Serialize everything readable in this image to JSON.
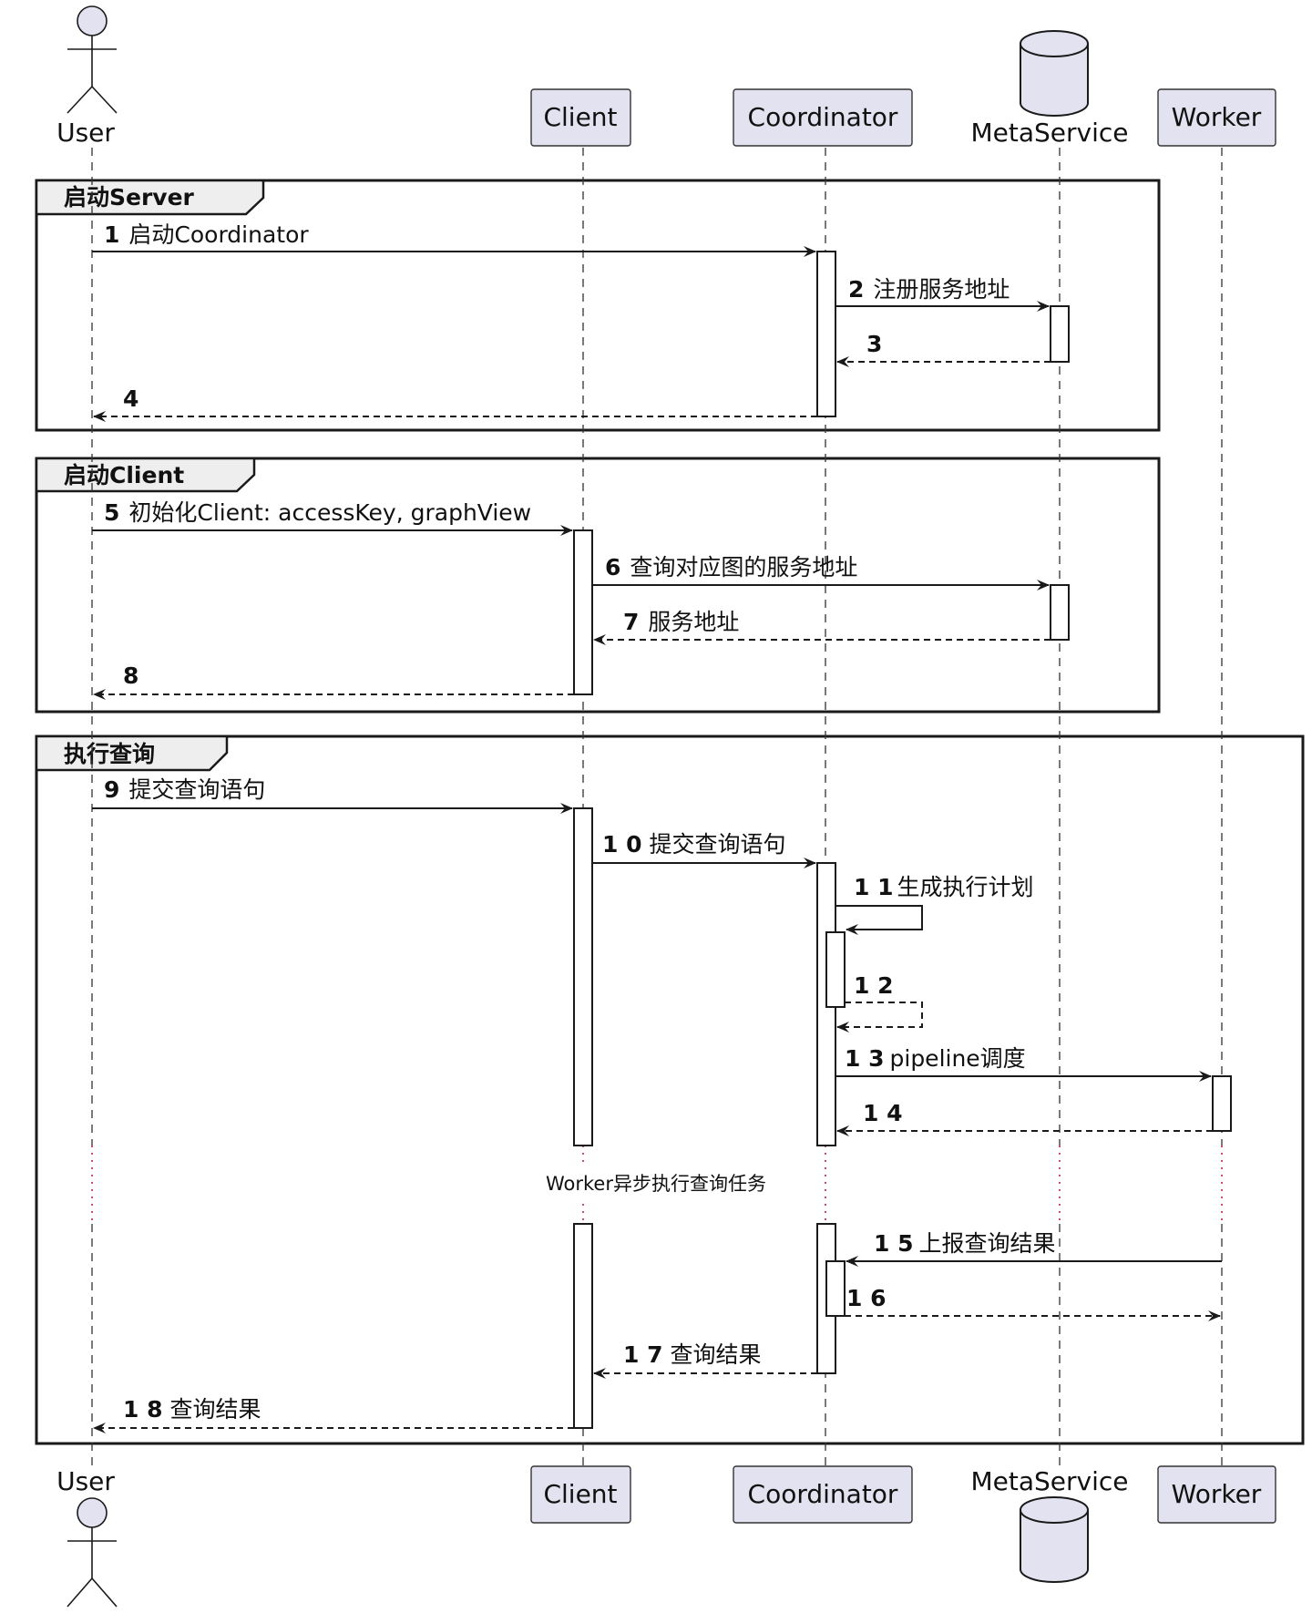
{
  "participants": {
    "user": "User",
    "client": "Client",
    "coordinator": "Coordinator",
    "metaservice": "MetaService",
    "worker": "Worker"
  },
  "groups": [
    {
      "label": "启动Server"
    },
    {
      "label": "启动Client"
    },
    {
      "label": "执行查询"
    }
  ],
  "messages": [
    {
      "n": "1",
      "text": "启动Coordinator",
      "from": "User",
      "to": "Coordinator",
      "kind": "sync"
    },
    {
      "n": "2",
      "text": "注册服务地址",
      "from": "Coordinator",
      "to": "MetaService",
      "kind": "sync"
    },
    {
      "n": "3",
      "text": "",
      "from": "MetaService",
      "to": "Coordinator",
      "kind": "reply"
    },
    {
      "n": "4",
      "text": "",
      "from": "Coordinator",
      "to": "User",
      "kind": "reply"
    },
    {
      "n": "5",
      "text": "初始化Client: accessKey, graphView",
      "from": "User",
      "to": "Client",
      "kind": "sync"
    },
    {
      "n": "6",
      "text": "查询对应图的服务地址",
      "from": "Client",
      "to": "MetaService",
      "kind": "sync"
    },
    {
      "n": "7",
      "text": "服务地址",
      "from": "MetaService",
      "to": "Client",
      "kind": "reply"
    },
    {
      "n": "8",
      "text": "",
      "from": "Client",
      "to": "User",
      "kind": "reply"
    },
    {
      "n": "9",
      "text": "提交查询语句",
      "from": "User",
      "to": "Client",
      "kind": "sync"
    },
    {
      "n": "1 0",
      "text": "提交查询语句",
      "from": "Client",
      "to": "Coordinator",
      "kind": "sync"
    },
    {
      "n": "1 1",
      "text": "生成执行计划",
      "from": "Coordinator",
      "to": "Coordinator",
      "kind": "self"
    },
    {
      "n": "1 2",
      "text": "",
      "from": "Coordinator",
      "to": "Coordinator",
      "kind": "self-reply"
    },
    {
      "n": "1 3",
      "text": "pipeline调度",
      "from": "Coordinator",
      "to": "Worker",
      "kind": "sync"
    },
    {
      "n": "1 4",
      "text": "",
      "from": "Worker",
      "to": "Coordinator",
      "kind": "reply"
    },
    {
      "n": "1 5",
      "text": "上报查询结果",
      "from": "Worker",
      "to": "Coordinator",
      "kind": "sync"
    },
    {
      "n": "1 6",
      "text": "",
      "from": "Coordinator",
      "to": "Worker",
      "kind": "reply"
    },
    {
      "n": "1 7",
      "text": "查询结果",
      "from": "Coordinator",
      "to": "Client",
      "kind": "reply"
    },
    {
      "n": "1 8",
      "text": "查询结果",
      "from": "Client",
      "to": "User",
      "kind": "reply"
    }
  ],
  "divider_note": "Worker异步执行查询任务"
}
